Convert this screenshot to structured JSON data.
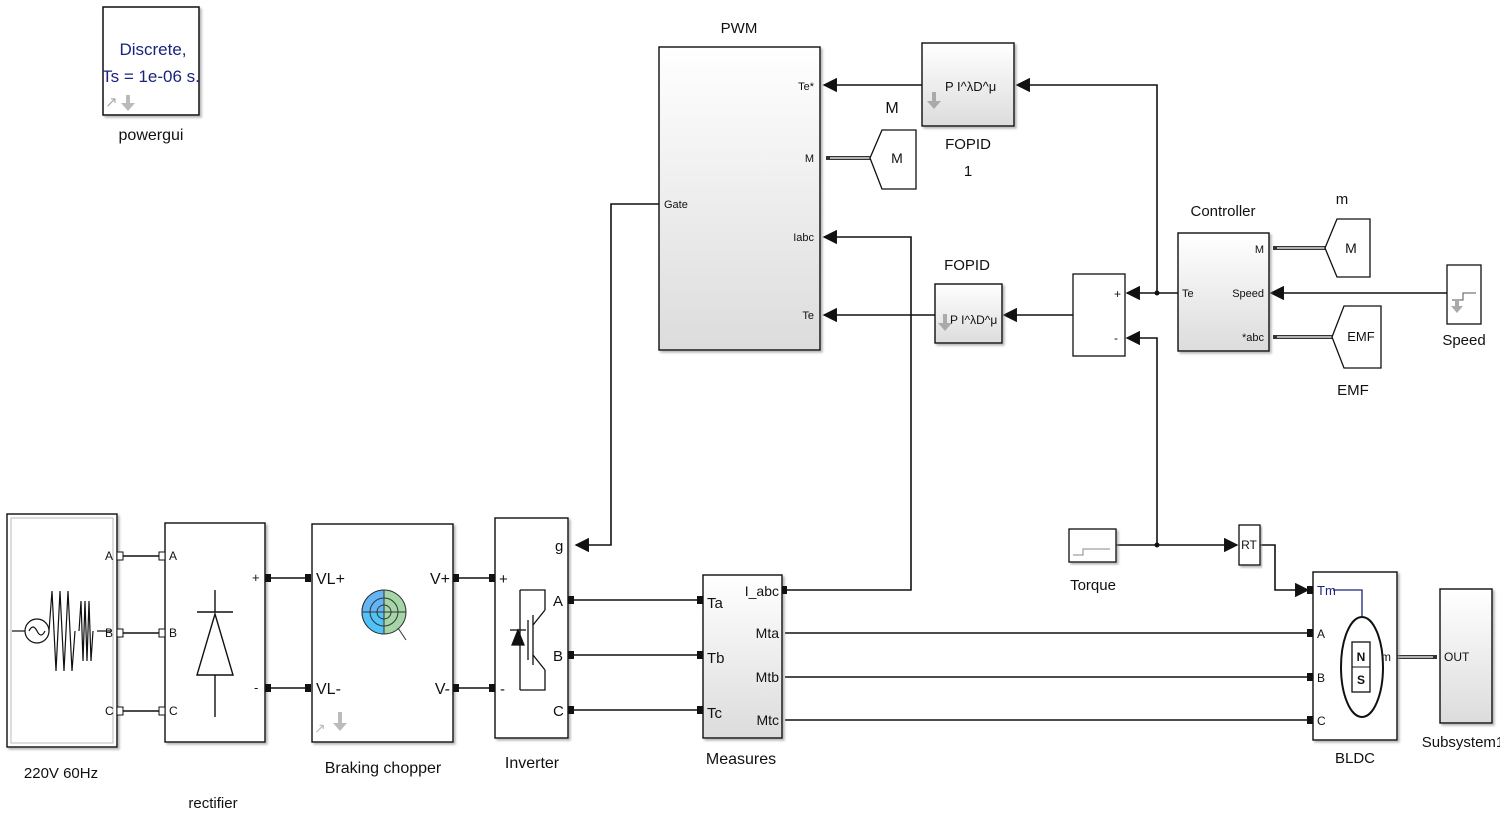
{
  "powergui": {
    "line1": "Discrete,",
    "line2": "Ts = 1e-06 s.",
    "name": "powergui"
  },
  "blocks": {
    "pwm": {
      "title": "PWM",
      "ports": {
        "te_star": "Te*",
        "m": "M",
        "iabc": "Iabc",
        "te": "Te",
        "gate": "Gate"
      }
    },
    "fopid1": {
      "name": "FOPID",
      "name2": "1",
      "text": "P I^λD^μ"
    },
    "fopid": {
      "name": "FOPID",
      "text": "P I^λD^μ"
    },
    "m_from_top": {
      "label": "M",
      "value": "M"
    },
    "controller": {
      "title": "Controller",
      "ports": {
        "m": "M",
        "speed": "Speed",
        "iabc": "*abc",
        "te": "Te"
      }
    },
    "m_from_right": {
      "label": "m",
      "value": "M"
    },
    "emf_from": {
      "label": "EMF",
      "value": "EMF"
    },
    "speed_step": {
      "name": "Speed"
    },
    "sum": {
      "plus": "+",
      "minus": "-"
    },
    "torque": {
      "name": "Torque"
    },
    "rt": {
      "text": "RT"
    },
    "source": {
      "name": "220V 60Hz",
      "ports": [
        "A",
        "B",
        "C"
      ]
    },
    "rectifier": {
      "name": "rectifier",
      "in_ports": [
        "A",
        "B",
        "C"
      ],
      "out_plus": "+",
      "out_minus": "-"
    },
    "chopper": {
      "name": "Braking chopper",
      "vl_plus": "VL+",
      "vl_minus": "VL-",
      "v_plus": "V+",
      "v_minus": "V-"
    },
    "inverter": {
      "name": "Inverter",
      "plus": "+",
      "minus": "-",
      "g": "g",
      "a": "A",
      "b": "B",
      "c": "C"
    },
    "measures": {
      "name": "Measures",
      "in": [
        "Ta",
        "Tb",
        "Tc"
      ],
      "out": [
        "I_abc",
        "Mta",
        "Mtb",
        "Mtc"
      ]
    },
    "bldc": {
      "name": "BLDC",
      "tm": "Tm",
      "a": "A",
      "b": "B",
      "c": "C",
      "m": "m",
      "n": "N",
      "s": "S"
    },
    "subsystem": {
      "name": "Subsystem1",
      "out": "OUT"
    }
  }
}
